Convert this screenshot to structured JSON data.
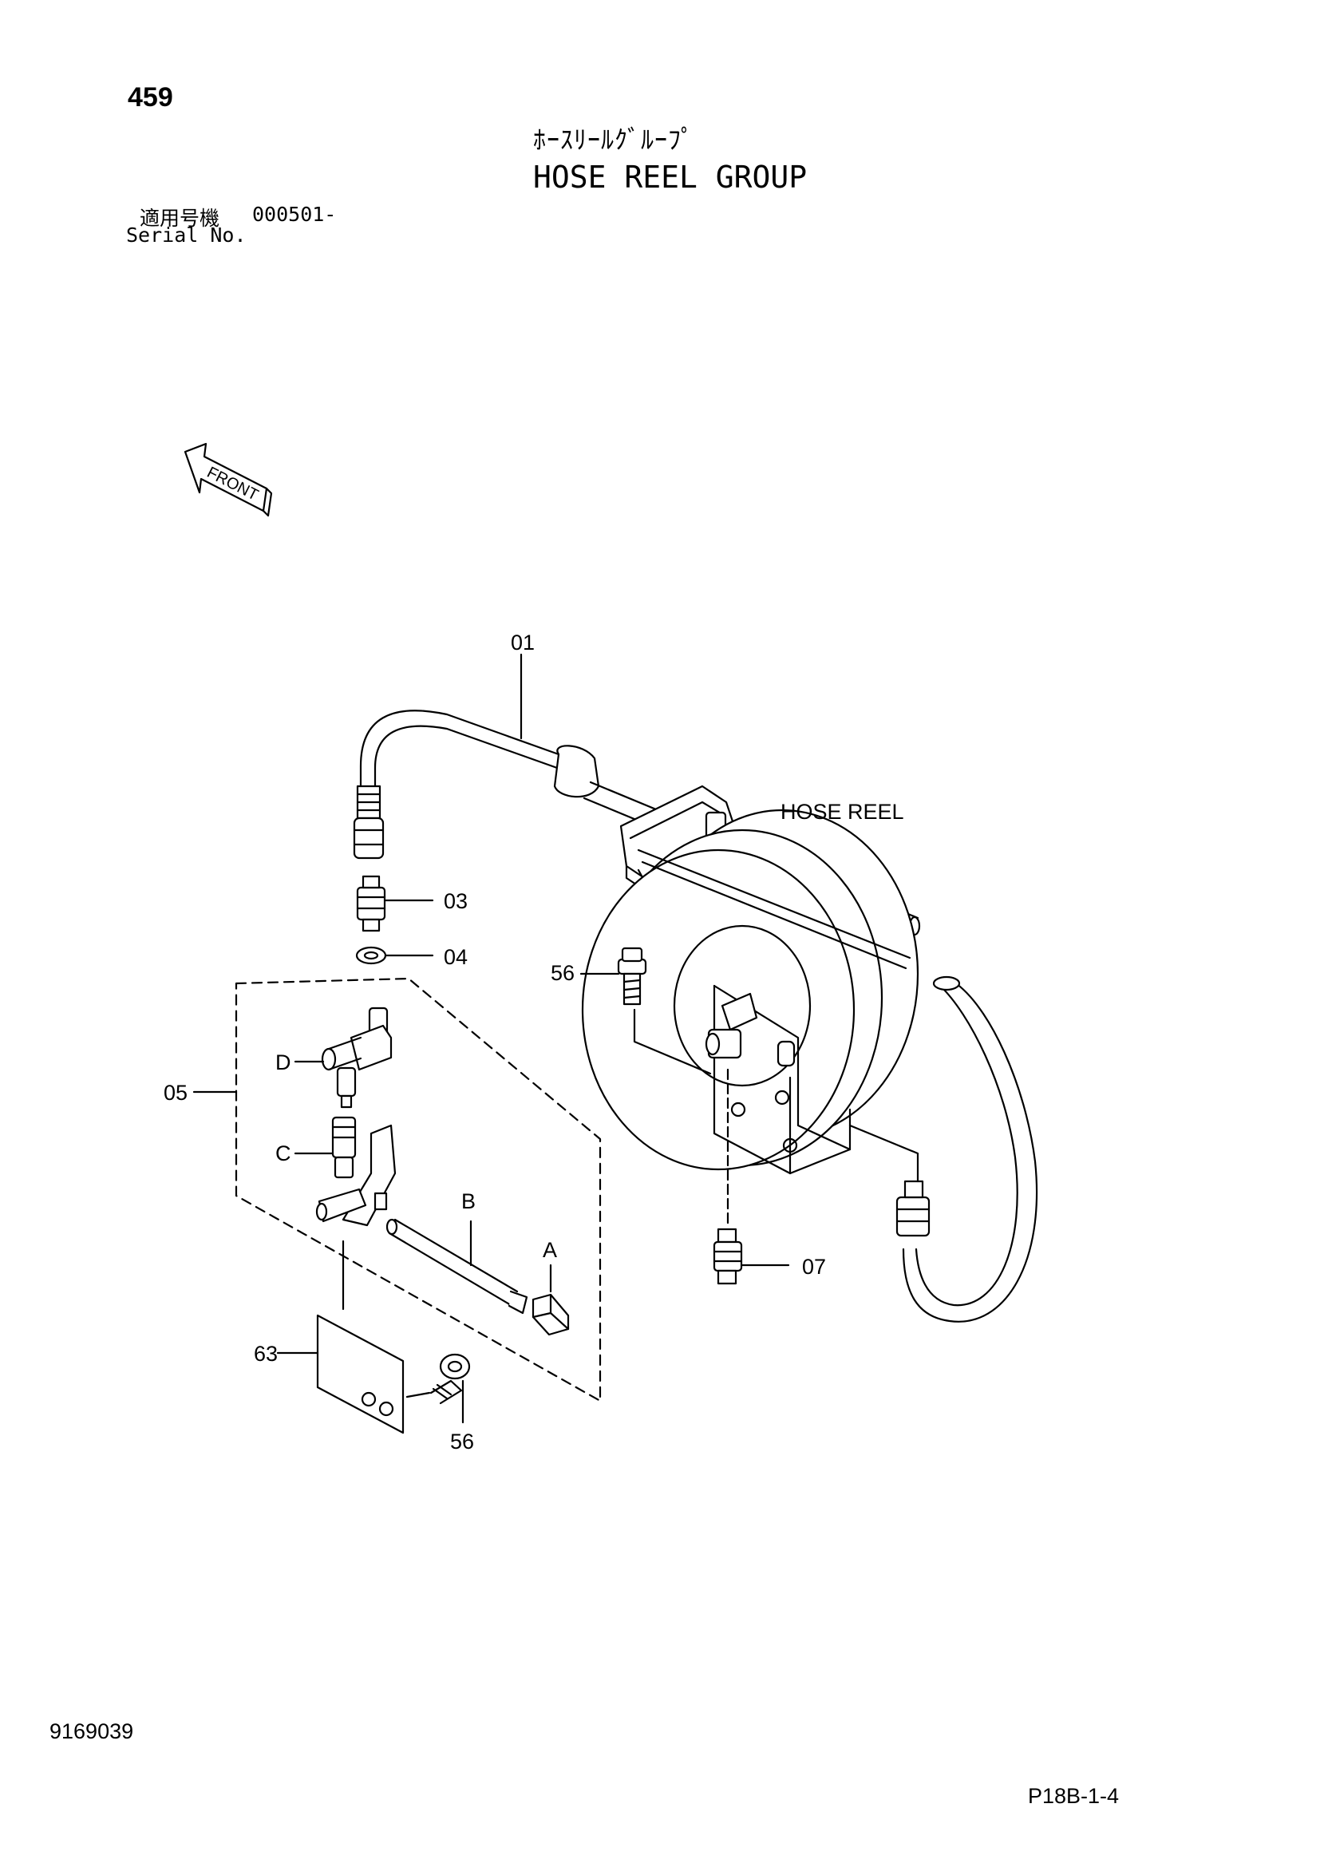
{
  "header": {
    "page_number": "459",
    "title_jp": "ﾎｰｽﾘｰﾙｸﾞﾙｰﾌﾟ",
    "title_en": "HOSE REEL GROUP",
    "serial_label_jp": "適用号機",
    "serial_value": "000501-",
    "serial_label_en": "Serial No."
  },
  "diagram": {
    "front_label": "FRONT",
    "assembly_label": "HOSE REEL",
    "callouts": {
      "c01": "01",
      "c03": "03",
      "c04": "04",
      "c05": "05",
      "c07": "07",
      "c56a": "56",
      "c56b": "56",
      "c63": "63",
      "cA": "A",
      "cB": "B",
      "cC": "C",
      "cD": "D"
    }
  },
  "footer": {
    "doc_number": "9169039",
    "page_ref": "P18B-1-4"
  }
}
